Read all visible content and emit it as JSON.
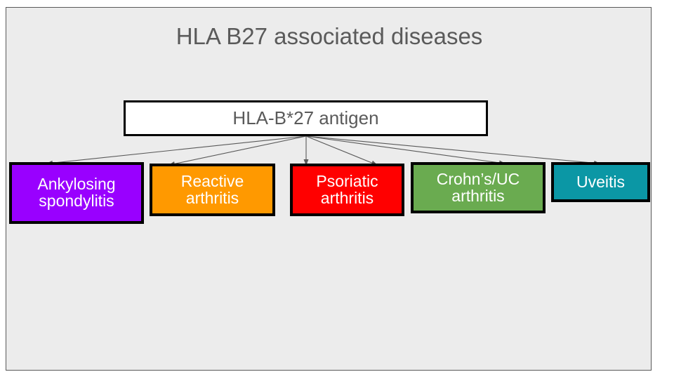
{
  "slide": {
    "background_color": "#ECECEC",
    "frame_color": "#595959",
    "title": "HLA B27 associated diseases",
    "title_color": "#5A5A5A"
  },
  "root_node": {
    "label": "HLA-B*27 antigen",
    "fill_color": "#FFFFFF",
    "border_color": "#000000",
    "text_color": "#5A5A5A"
  },
  "connectors": {
    "style": "arrow",
    "color": "#595959",
    "origin_label": "HLA-B*27 antigen",
    "count": 5
  },
  "diseases": [
    {
      "name": "ankylosing-spondylitis",
      "line1": "Ankylosing",
      "line2": "spondylitis",
      "fill_color": "#9900FF",
      "text_color": "#FFFFFF"
    },
    {
      "name": "reactive-arthritis",
      "line1": "Reactive",
      "line2": "arthritis",
      "fill_color": "#FF9900",
      "text_color": "#FFFFFF"
    },
    {
      "name": "psoriatic-arthritis",
      "line1": "Psoriatic",
      "line2": "arthritis",
      "fill_color": "#FF0000",
      "text_color": "#FFFFFF"
    },
    {
      "name": "crohns-uc-arthritis",
      "line1": "Crohn’s/UC",
      "line2": "arthritis",
      "fill_color": "#6AAB50",
      "text_color": "#FFFFFF"
    },
    {
      "name": "uveitis",
      "line1": "Uveitis",
      "line2": "",
      "fill_color": "#0B97A5",
      "text_color": "#FFFFFF"
    }
  ]
}
